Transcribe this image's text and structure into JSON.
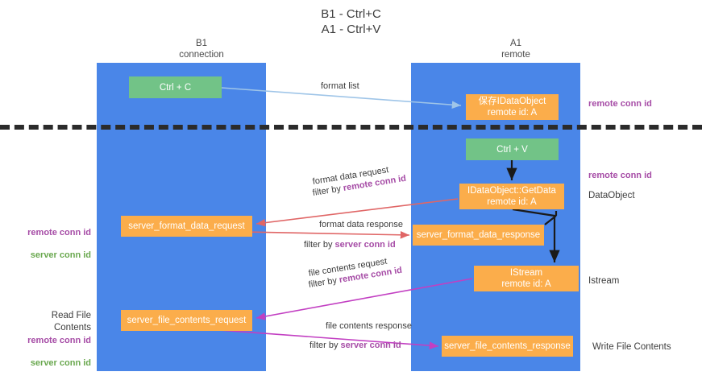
{
  "title": "B1 - Ctrl+C\nA1 - Ctrl+V",
  "columns": {
    "left": "B1\nconnection",
    "right": "A1\nremote"
  },
  "colors": {
    "lane": "#4a86e8",
    "green_node": "#72c387",
    "orange_node": "#fbad4b",
    "remote_conn_id": "#a64ca6",
    "server_conn_id": "#6aa84f",
    "divider": "#2b2b2b",
    "edge_format_list": "#9fc5e8",
    "edge_format_data": "#e06666",
    "edge_file_contents": "#c23fc2",
    "edge_internal": "#1a1a1a"
  },
  "nodes": {
    "ctrl_c": "Ctrl + C",
    "ctrl_v": "Ctrl + V",
    "store_dataobject": "保存IDataObject\nremote id: A",
    "getdata": "IDataObject::GetData\nremote id: A",
    "server_format_data_request": "server_format_data_request",
    "server_format_data_response": "server_format_data_response",
    "istream": "IStream\nremote id: A",
    "server_file_contents_request": "server_file_contents_request",
    "server_file_contents_response": "server_file_contents_response"
  },
  "edge_captions": {
    "format_list": "format list",
    "format_data_request": "format data request",
    "format_data_request_filter_prefix": "filter by ",
    "format_data_request_filter_key": "remote conn id",
    "format_data_response": "format data response",
    "format_data_response_filter_prefix": "filter by ",
    "format_data_response_filter_key": "server conn id",
    "file_contents_request": "file contents request",
    "file_contents_request_filter_prefix": "filter by ",
    "file_contents_request_filter_key": "remote conn id",
    "file_contents_response": "file contents response",
    "file_contents_response_filter_prefix": "filter by ",
    "file_contents_response_filter_key": "server conn id"
  },
  "annotations": {
    "right_remote_conn_id_top": "remote conn id",
    "right_remote_conn_id_mid": "remote conn id",
    "right_dataobject": "DataObject",
    "right_istream": "Istream",
    "right_write_file_contents": "Write File Contents",
    "left_remote_conn_id_mid": "remote conn id",
    "left_server_conn_id_mid": "server conn id",
    "left_read_file_contents": "Read File Contents",
    "left_remote_conn_id_bottom": "remote conn id",
    "left_server_conn_id_bottom": "server conn id"
  }
}
